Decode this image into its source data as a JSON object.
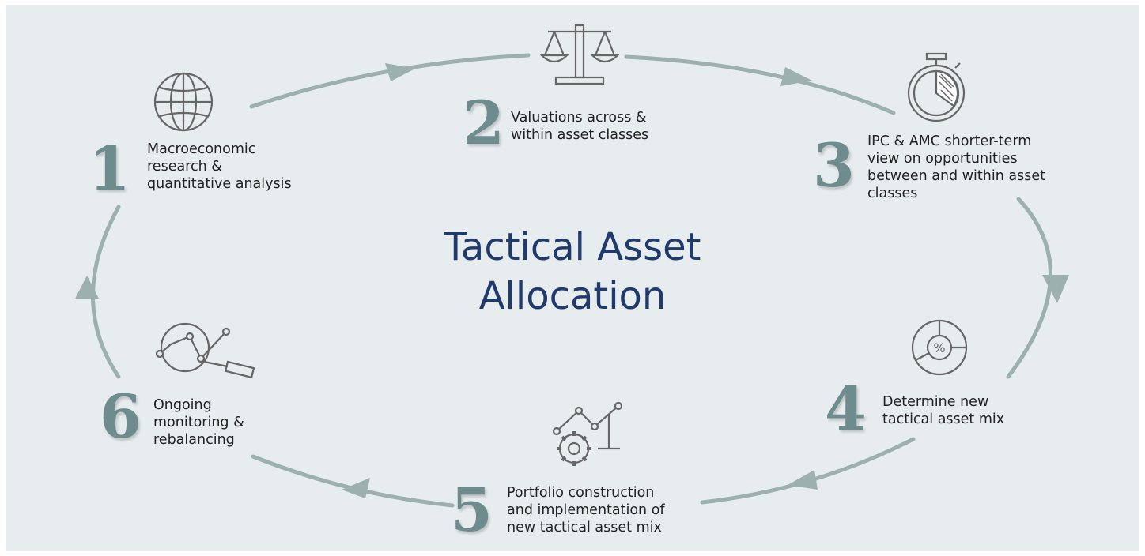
{
  "title": "Tactical Asset\nAllocation",
  "colors": {
    "background": "#e7ecef",
    "cycle_line": "#9cb0ae",
    "number": "#6e8c8d",
    "title": "#1f3a6b",
    "icon": "#666666",
    "text": "#222222"
  },
  "steps": [
    {
      "number": "1",
      "text": "Macroeconomic\nresearch &\nquantitative analysis",
      "icon": "globe-icon"
    },
    {
      "number": "2",
      "text": "Valuations across &\nwithin asset classes",
      "icon": "balance-scale-icon"
    },
    {
      "number": "3",
      "text": "IPC & AMC shorter-term\nview on opportunities\nbetween and within asset\nclasses",
      "icon": "stopwatch-icon"
    },
    {
      "number": "4",
      "text": "Determine new\ntactical asset mix",
      "icon": "percent-pie-icon"
    },
    {
      "number": "5",
      "text": "Portfolio construction\nand implementation of\nnew tactical asset mix",
      "icon": "gear-chart-icon"
    },
    {
      "number": "6",
      "text": "Ongoing\nmonitoring &\nrebalancing",
      "icon": "magnifier-chart-icon"
    }
  ]
}
